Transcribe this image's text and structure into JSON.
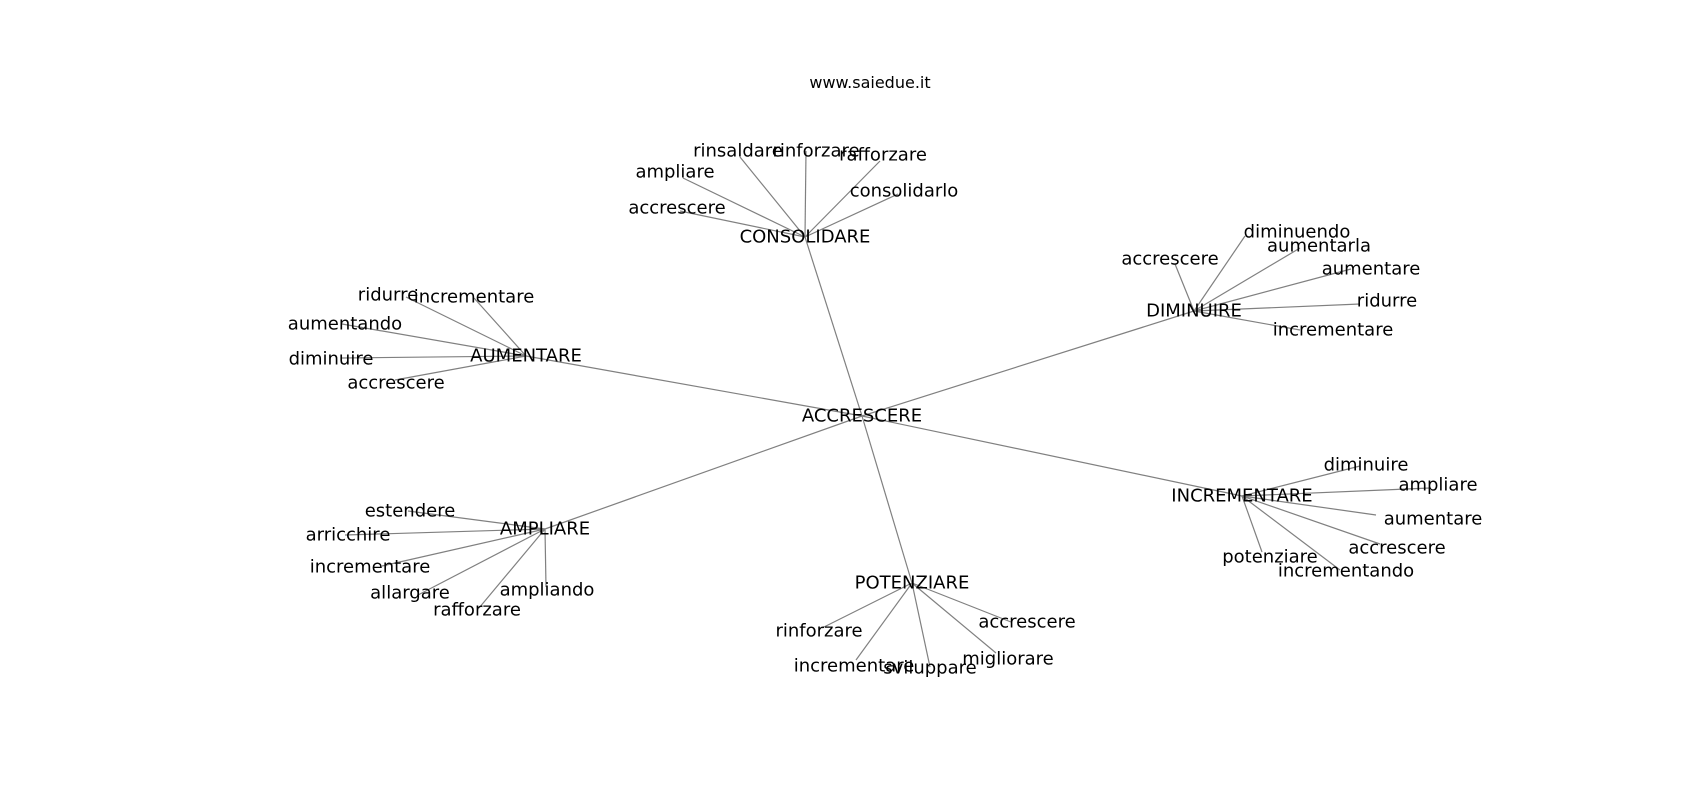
{
  "watermark": "www.saiedue.it",
  "center": "ACCRESCERE",
  "groups": [
    {
      "hub": "CONSOLIDARE",
      "leaves": [
        "rinsaldare",
        "rinforzare",
        "rafforzare",
        "ampliare",
        "consolidarlo",
        "accrescere"
      ]
    },
    {
      "hub": "DIMINUIRE",
      "leaves": [
        "diminuendo",
        "aumentarla",
        "accrescere",
        "aumentare",
        "ridurre",
        "incrementare"
      ]
    },
    {
      "hub": "AUMENTARE",
      "leaves": [
        "ridurre",
        "incrementare",
        "aumentando",
        "diminuire",
        "accrescere"
      ]
    },
    {
      "hub": "INCREMENTARE",
      "leaves": [
        "diminuire",
        "ampliare",
        "aumentare",
        "accrescere",
        "potenziare",
        "incrementando"
      ]
    },
    {
      "hub": "AMPLIARE",
      "leaves": [
        "estendere",
        "arricchire",
        "incrementare",
        "allargare",
        "ampliando",
        "rafforzare"
      ]
    },
    {
      "hub": "POTENZIARE",
      "leaves": [
        "accrescere",
        "rinforzare",
        "migliorare",
        "incrementare",
        "sviluppare"
      ]
    }
  ]
}
